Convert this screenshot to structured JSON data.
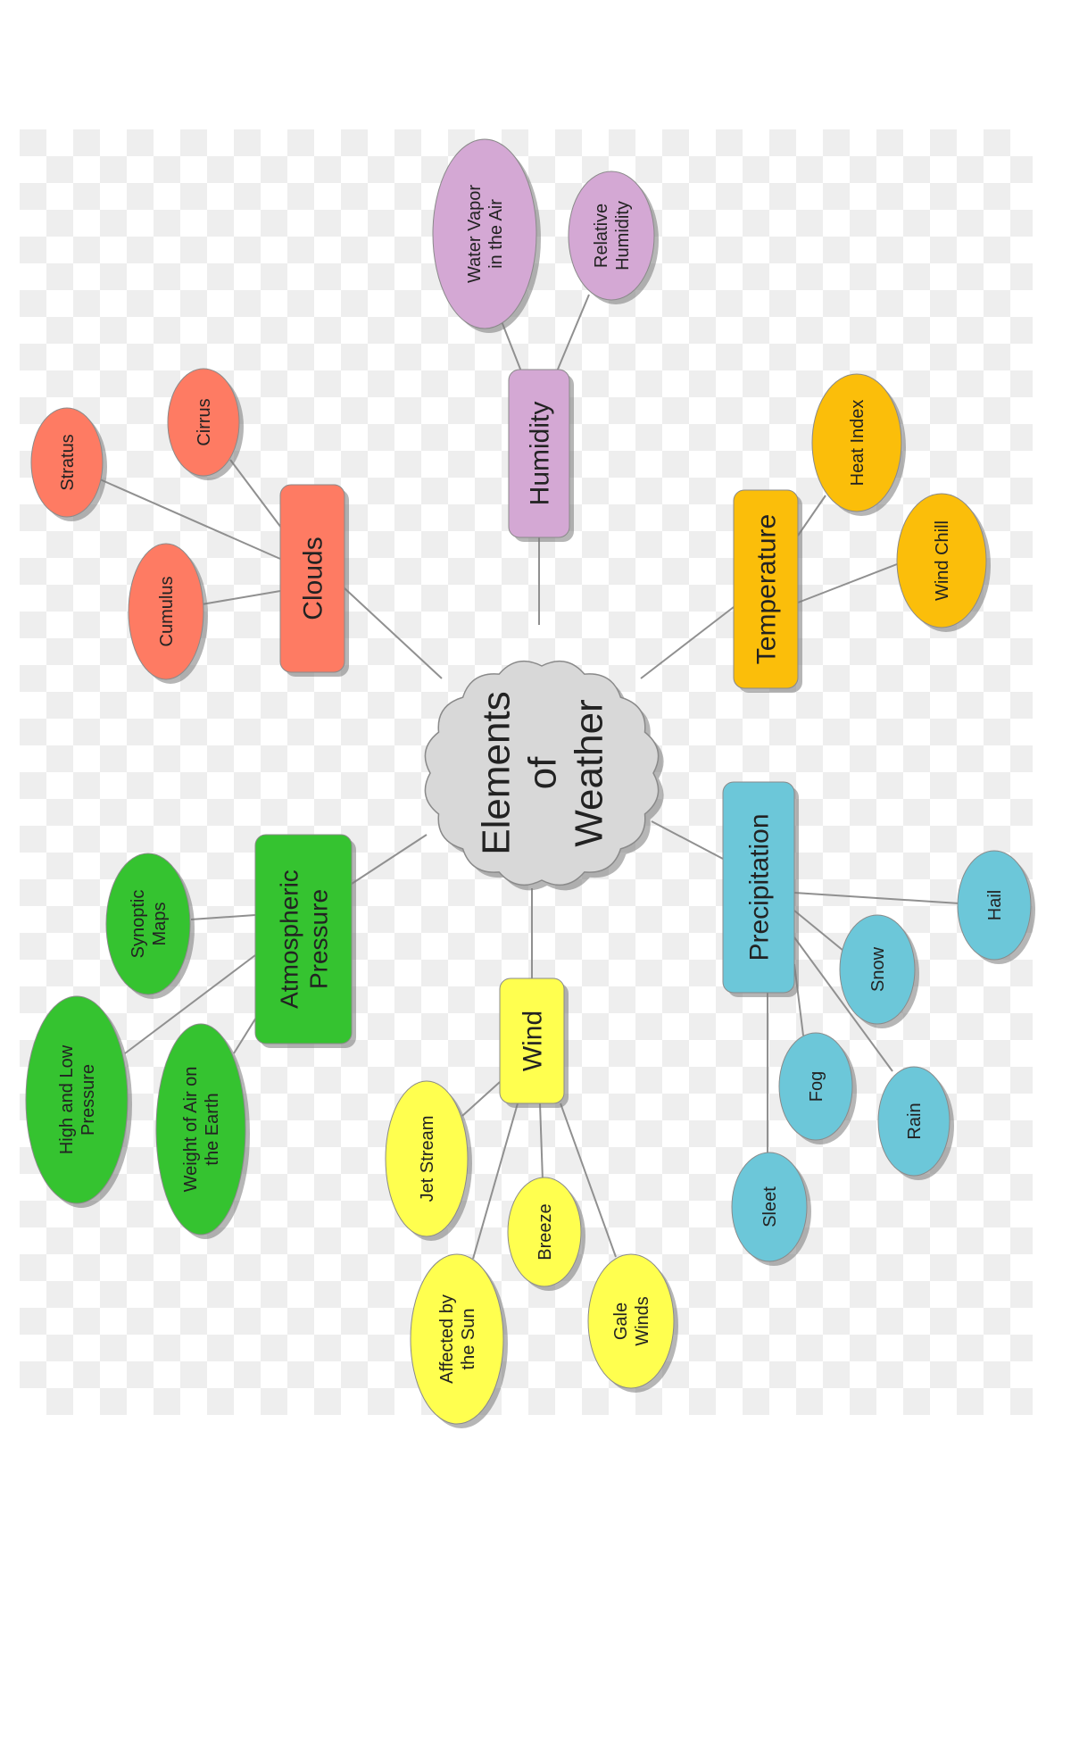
{
  "colors": {
    "central": "#d8d8d8",
    "clouds": "#fe7b63",
    "humidity": "#d4a8d4",
    "temperature": "#fbbe0a",
    "precipitation": "#6cc7d9",
    "wind": "#ffff4f",
    "pressure": "#35c330",
    "line": "#909090",
    "shadow": "#7a7a7a",
    "checker_light": "#ffffff",
    "checker_dark": "#eeeeee"
  },
  "central": {
    "lines": [
      "Elements",
      "of",
      "Weather"
    ]
  },
  "categories": [
    {
      "id": "clouds",
      "lines": [
        "Clouds"
      ],
      "color": "clouds",
      "children": [
        {
          "id": "stratus",
          "lines": [
            "Stratus"
          ]
        },
        {
          "id": "cirrus",
          "lines": [
            "Cirrus"
          ]
        },
        {
          "id": "cumulus",
          "lines": [
            "Cumulus"
          ]
        }
      ]
    },
    {
      "id": "humidity",
      "lines": [
        "Humidity"
      ],
      "color": "humidity",
      "children": [
        {
          "id": "water-vapor",
          "lines": [
            "Water Vapor",
            "in the Air"
          ]
        },
        {
          "id": "relative-humidity",
          "lines": [
            "Relative",
            "Humidity"
          ]
        }
      ]
    },
    {
      "id": "temperature",
      "lines": [
        "Temperature"
      ],
      "color": "temperature",
      "children": [
        {
          "id": "heat-index",
          "lines": [
            "Heat Index"
          ]
        },
        {
          "id": "wind-chill",
          "lines": [
            "Wind Chill"
          ]
        }
      ]
    },
    {
      "id": "precipitation",
      "lines": [
        "Precipitation"
      ],
      "color": "precipitation",
      "children": [
        {
          "id": "hail",
          "lines": [
            "Hail"
          ]
        },
        {
          "id": "snow",
          "lines": [
            "Snow"
          ]
        },
        {
          "id": "fog",
          "lines": [
            "Fog"
          ]
        },
        {
          "id": "rain",
          "lines": [
            "Rain"
          ]
        },
        {
          "id": "sleet",
          "lines": [
            "Sleet"
          ]
        }
      ]
    },
    {
      "id": "wind",
      "lines": [
        "Wind"
      ],
      "color": "wind",
      "children": [
        {
          "id": "jet-stream",
          "lines": [
            "Jet Stream"
          ]
        },
        {
          "id": "breeze",
          "lines": [
            "Breeze"
          ]
        },
        {
          "id": "affected-by-sun",
          "lines": [
            "Affected by",
            "the Sun"
          ]
        },
        {
          "id": "gale-winds",
          "lines": [
            "Gale",
            "Winds"
          ]
        }
      ]
    },
    {
      "id": "atmospheric-pressure",
      "lines": [
        "Atmospheric",
        "Pressure"
      ],
      "color": "pressure",
      "children": [
        {
          "id": "synoptic-maps",
          "lines": [
            "Synoptic",
            "Maps"
          ]
        },
        {
          "id": "high-low-pressure",
          "lines": [
            "High and Low",
            "Pressure"
          ]
        },
        {
          "id": "weight-of-air",
          "lines": [
            "Weight of Air on",
            "the Earth"
          ]
        }
      ]
    }
  ]
}
